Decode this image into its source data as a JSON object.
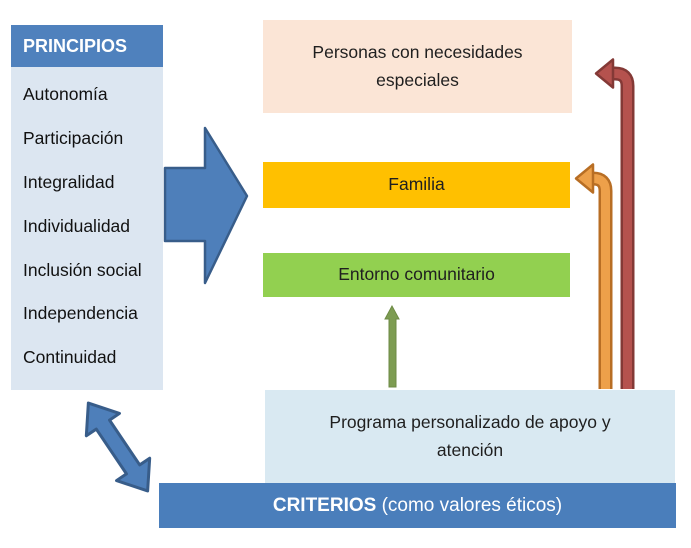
{
  "principles": {
    "header": "PRINCIPIOS",
    "items": [
      "Autonomía",
      "Participación",
      "Integralidad",
      "Individualidad",
      "Inclusión social",
      "Independencia",
      "Continuidad"
    ]
  },
  "boxes": {
    "personas": "Personas con necesidades especiales",
    "familia": "Familia",
    "entorno": "Entorno comunitario",
    "programa": "Programa personalizado de apoyo y atención"
  },
  "criterios": {
    "title": "CRITERIOS",
    "subtitle": " (como valores éticos)"
  },
  "icons": {
    "big_arrow": "right-block-arrow",
    "double_arrow": "diagonal-double-arrow",
    "green_arrow": "up-arrow",
    "orange_arrow": "bent-up-left-arrow",
    "red_arrow": "bent-up-left-arrow"
  },
  "colors": {
    "header_blue": "#4F81BD",
    "panel_bg": "#DCE6F1",
    "bar_blue": "#4A7EBB",
    "block_arrow_fill": "#4E7FBA",
    "block_arrow_border": "#385D8A",
    "personas_bg": "#FBE5D6",
    "familia_bg": "#FFC000",
    "entorno_bg": "#92D050",
    "programa_bg": "#D9E9F2",
    "green_arrow": "#7D9C52",
    "orange_arrow_fill": "#EDA04A",
    "orange_arrow_border": "#B86E24",
    "red_arrow_fill": "#B5524E",
    "red_arrow_border": "#843936"
  }
}
